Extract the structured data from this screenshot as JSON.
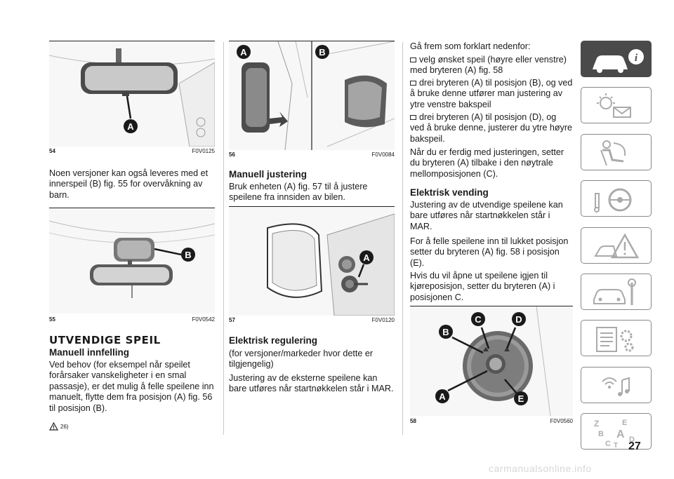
{
  "col1": {
    "fig54": {
      "num": "54",
      "code": "F0V0125",
      "label_a": "A"
    },
    "para1": "Noen versjoner kan også leveres med et innerspeil (B) fig. 55 for overvåkning av barn.",
    "fig55": {
      "num": "55",
      "code": "F0V0542",
      "label_b": "B"
    },
    "heading_main": "UTVENDIGE SPEIL",
    "heading_sub": "Manuell innfelling",
    "para2": "Ved behov (for eksempel når speilet forårsaker vanskeligheter i en smal passasje), er det mulig å felle speilene inn manuelt, flytte dem fra posisjon (A) fig. 56 til posisjon (B).",
    "warning_ref": "26)"
  },
  "col2": {
    "fig56": {
      "num": "56",
      "code": "F0V0084",
      "label_a": "A",
      "label_b": "B"
    },
    "heading1": "Manuell justering",
    "para1": "Bruk enheten (A) fig. 57 til å justere speilene fra innsiden av bilen.",
    "fig57": {
      "num": "57",
      "code": "F0V0120",
      "label_a": "A"
    },
    "heading2": "Elektrisk regulering",
    "para2": "(for versjoner/markeder hvor dette er tilgjengelig)",
    "para3": "Justering av de eksterne speilene kan bare utføres når startnøkkelen står i MAR."
  },
  "col3": {
    "intro": "Gå frem som forklart nedenfor:",
    "bullet1": "velg ønsket speil (høyre eller venstre) med bryteren (A) fig. 58",
    "bullet2": "drei bryteren (A) til posisjon (B), og ved å bruke denne utfører man justering av ytre venstre bakspeil",
    "bullet3": "drei bryteren (A) til posisjon (D), og ved å bruke denne, justerer du ytre høyre bakspeil.",
    "para_after": "Når du er ferdig med justeringen, setter du bryteren (A) tilbake i den nøytrale mellomposisjonen (C).",
    "heading": "Elektrisk vending",
    "para2": "Justering av de utvendige speilene kan bare utføres når startnøkkelen står i MAR.",
    "para3": "For å felle speilene inn til lukket posisjon setter du bryteren (A) fig. 58 i posisjon (E).",
    "para4": "Hvis du vil åpne ut speilene igjen til kjøreposisjon, setter du bryteren (A) i posisjonen C.",
    "fig58": {
      "num": "58",
      "code": "F0V0560",
      "labels": [
        "A",
        "B",
        "C",
        "D",
        "E"
      ]
    }
  },
  "tabs": [
    {
      "icon": "car-info-icon",
      "active": true
    },
    {
      "icon": "warning-lights-icon",
      "active": false
    },
    {
      "icon": "airbag-safety-icon",
      "active": false
    },
    {
      "icon": "steering-wheel-icon",
      "active": false
    },
    {
      "icon": "emergency-triangle-icon",
      "active": false
    },
    {
      "icon": "car-maintenance-icon",
      "active": false
    },
    {
      "icon": "technical-data-icon",
      "active": false
    },
    {
      "icon": "multimedia-icon",
      "active": false
    },
    {
      "icon": "index-az-icon",
      "active": false
    }
  ],
  "tab_index_letters": [
    "Z",
    "E",
    "B",
    "A",
    "C",
    "T",
    "D"
  ],
  "page_number": "27",
  "footer": "carmanualsonline.info",
  "colors": {
    "accent": "#4a4a4a",
    "callout": "#1a1a1a",
    "tab_border": "#888888"
  }
}
